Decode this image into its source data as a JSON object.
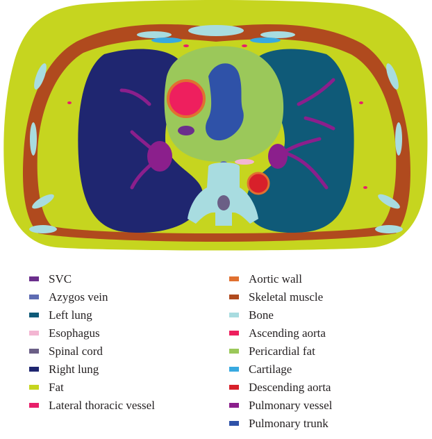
{
  "legend": {
    "left": [
      {
        "label": "SVC",
        "color": "#6b2f8c"
      },
      {
        "label": "Azygos vein",
        "color": "#5e6cb3"
      },
      {
        "label": "Left lung",
        "color": "#0f5a78"
      },
      {
        "label": "Esophagus",
        "color": "#f3b6d2"
      },
      {
        "label": "Spinal cord",
        "color": "#6b5f86"
      },
      {
        "label": "Right lung",
        "color": "#1f2670"
      },
      {
        "label": "Fat",
        "color": "#c6d51f"
      },
      {
        "label": "Lateral thoracic vessel",
        "color": "#e81f6a"
      }
    ],
    "right": [
      {
        "label": "Aortic wall",
        "color": "#e07030"
      },
      {
        "label": "Skeletal muscle",
        "color": "#b04a1e"
      },
      {
        "label": "Bone",
        "color": "#a8dce0"
      },
      {
        "label": "Ascending aorta",
        "color": "#ee1f5e"
      },
      {
        "label": "Pericardial fat",
        "color": "#9bc85a"
      },
      {
        "label": "Cartilage",
        "color": "#38a9e0"
      },
      {
        "label": "Descending aorta",
        "color": "#d8202a"
      },
      {
        "label": "Pulmonary vessel",
        "color": "#8b1f8c"
      },
      {
        "label": "Pulmonary trunk",
        "color": "#2f52a8"
      }
    ]
  }
}
